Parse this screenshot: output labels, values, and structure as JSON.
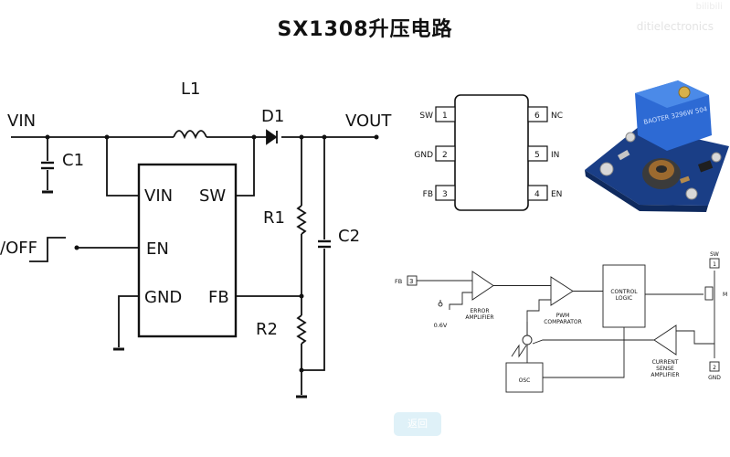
{
  "slide": {
    "title": "SX1308升压电路",
    "watermark": "ditielectronics",
    "watermark_top": "bilibili",
    "play_button_label": "返回"
  },
  "schematic": {
    "vin": "VIN",
    "vout": "VOUT",
    "l1": "L1",
    "d1": "D1",
    "c1": "C1",
    "c2": "C2",
    "r1": "R1",
    "r2": "R2",
    "on_off": "/OFF",
    "chip_pins": {
      "vin": "VIN",
      "sw": "SW",
      "en": "EN",
      "gnd": "GND",
      "fb": "FB"
    }
  },
  "pinout": {
    "left": [
      {
        "name": "SW",
        "num": "1"
      },
      {
        "name": "GND",
        "num": "2"
      },
      {
        "name": "FB",
        "num": "3"
      }
    ],
    "right": [
      {
        "name": "NC",
        "num": "6"
      },
      {
        "name": "IN",
        "num": "5"
      },
      {
        "name": "EN",
        "num": "4"
      }
    ]
  },
  "board_photo": {
    "pot_label": "BAOTER 3296W 504"
  },
  "block_diagram": {
    "fb_label": "FB",
    "fb_pin": "3",
    "ref_voltage": "0.6V",
    "error_amp": [
      "ERROR",
      "AMPLIFIER"
    ],
    "pwm_comp": [
      "PWM",
      "COMPARATOR"
    ],
    "control_logic": [
      "CONTROL",
      "LOGIC"
    ],
    "osc": "OSC",
    "current_sense": [
      "CURRENT",
      "SENSE",
      "AMPLIFIER"
    ],
    "sw_label": "SW",
    "sw_pin": "1",
    "gnd_label": "GND",
    "gnd_pin": "2",
    "m_label": "M"
  }
}
